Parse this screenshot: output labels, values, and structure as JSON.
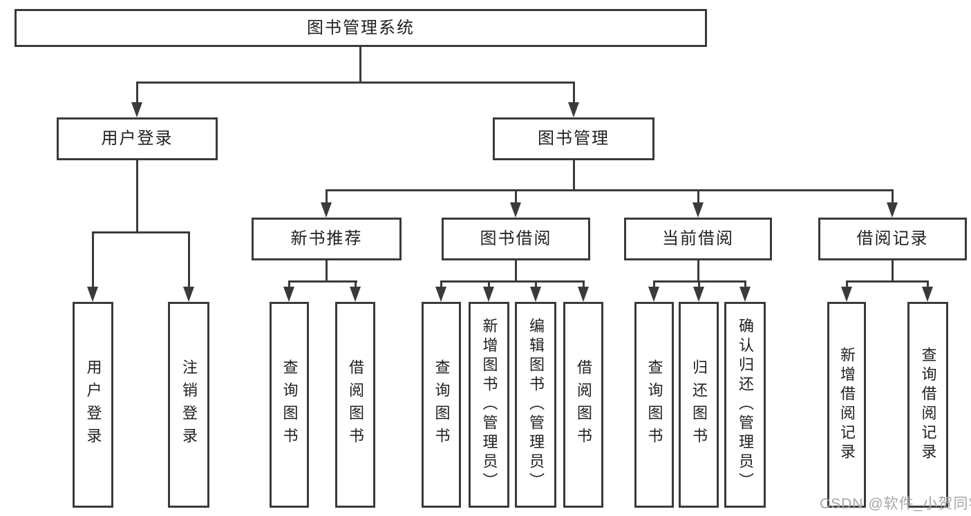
{
  "diagram": {
    "tree": {
      "label": "图书管理系统",
      "children": [
        {
          "label": "用户登录",
          "children": [
            {
              "label": "用户登录"
            },
            {
              "label": "注销登录"
            }
          ]
        },
        {
          "label": "图书管理",
          "children": [
            {
              "label": "新书推荐",
              "children": [
                {
                  "label": "查询图书"
                },
                {
                  "label": "借阅图书"
                }
              ]
            },
            {
              "label": "图书借阅",
              "children": [
                {
                  "label": "查询图书"
                },
                {
                  "label": "新增图书（管理员）"
                },
                {
                  "label": "编辑图书（管理员）"
                },
                {
                  "label": "借阅图书"
                }
              ]
            },
            {
              "label": "当前借阅",
              "children": [
                {
                  "label": "查询图书"
                },
                {
                  "label": "归还图书"
                },
                {
                  "label": "确认归还（管理员）"
                }
              ]
            },
            {
              "label": "借阅记录",
              "children": [
                {
                  "label": "新增借阅记录"
                },
                {
                  "label": "查询借阅记录"
                }
              ]
            }
          ]
        }
      ]
    }
  },
  "watermark": {
    "text": "CSDN @软件_小贺同学",
    "color": "#a5a5a5"
  },
  "colors": {
    "line": "#3a3a3a",
    "text": "#1f1f1f",
    "background": "#ffffff"
  }
}
